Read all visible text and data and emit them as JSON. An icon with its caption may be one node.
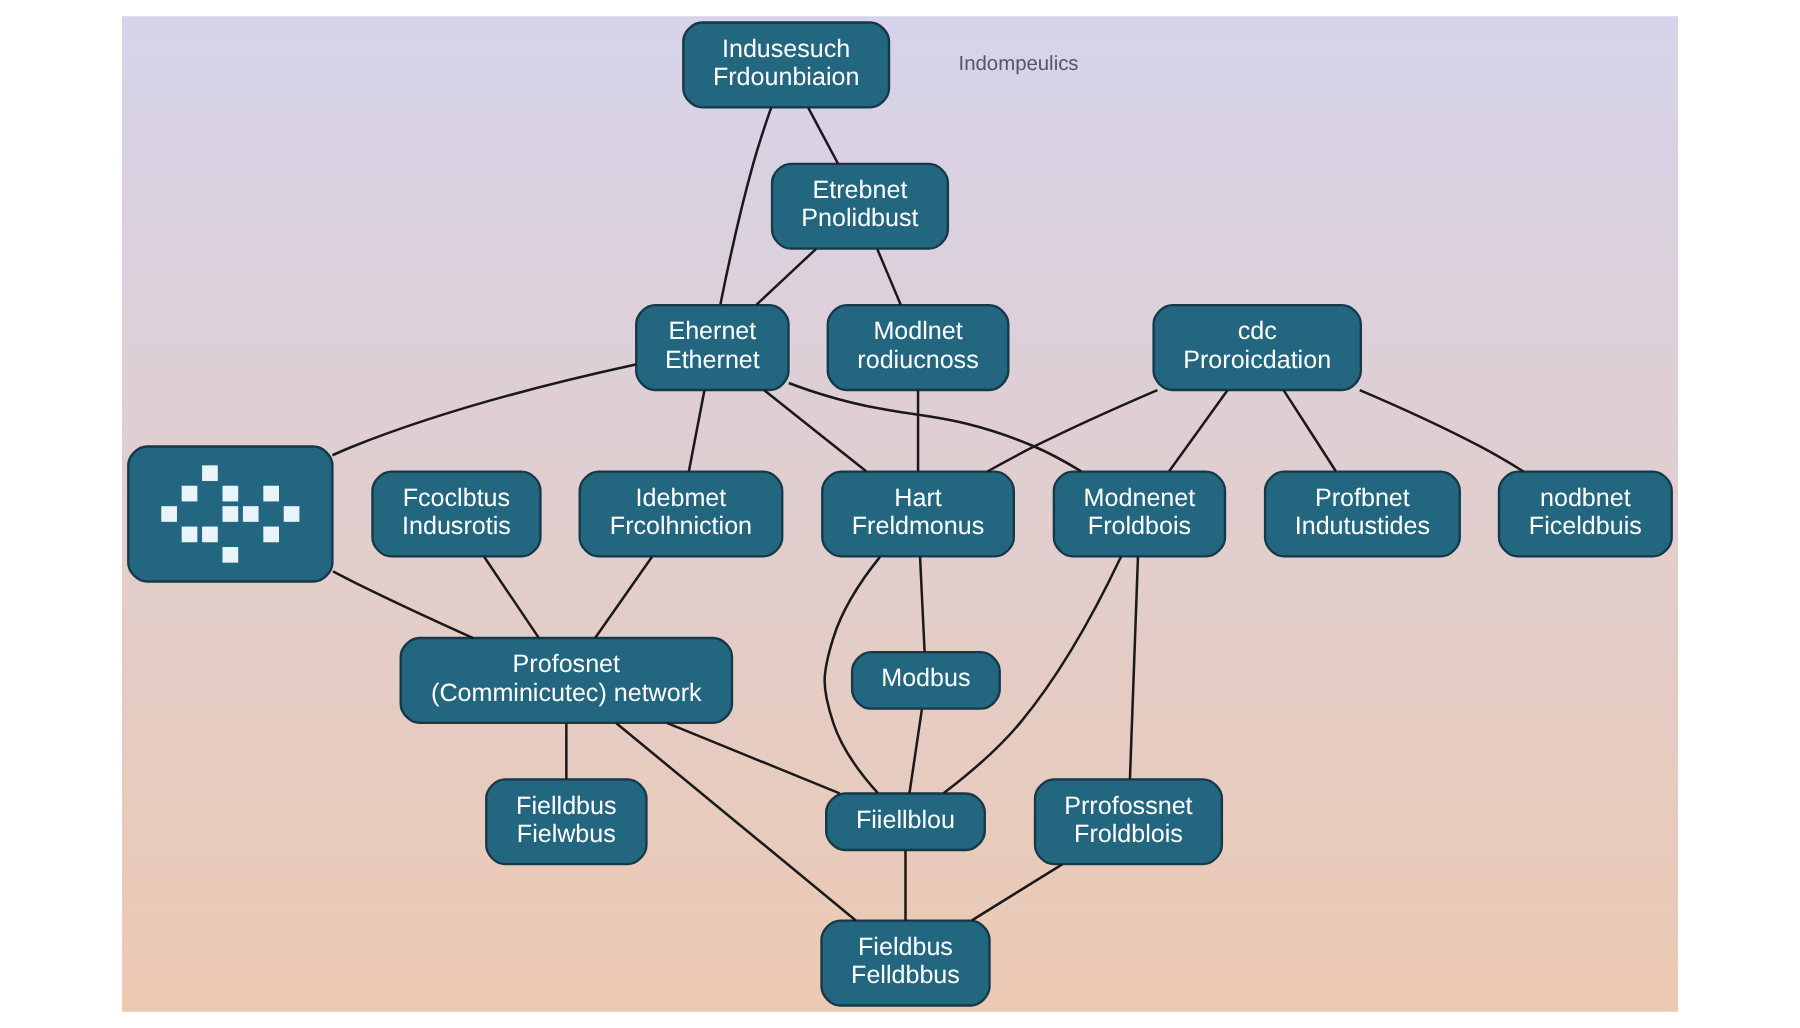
{
  "diagram": {
    "nodes": [
      {
        "text": [
          "Ehernet",
          "Ethernet"
        ]
      },
      {
        "text": [
          "Etrebnet",
          "Pnolidbust"
        ]
      },
      {
        "text": [
          "Idebmet",
          "Frcolhniction"
        ]
      },
      {
        "text": [
          "Fcoclbtus",
          "Indusrotis"
        ]
      },
      {
        "text": [],
        "shape": "picture"
      },
      {
        "text": [
          "Indusesuch",
          "Frdounbiaion"
        ]
      },
      {
        "text": [
          "Modlnet",
          "rodiucnoss"
        ]
      },
      {
        "text": [
          "Modnenet",
          "Froldbois"
        ]
      },
      {
        "text": [
          "Profosnet",
          "(Comminicutec) network"
        ]
      },
      {
        "text": [
          "cdc",
          "Proroicdation"
        ]
      },
      {
        "text": [
          "Fielldbus",
          "Fielwbus"
        ]
      },
      {
        "text": [
          "Hart",
          "Freldmonus"
        ]
      },
      {
        "text": [
          "Fiiellblou"
        ]
      },
      {
        "text": [
          "Fieldbus",
          "Felldbbus"
        ]
      },
      {
        "text": [
          "nodbnet",
          "Ficeldbuis"
        ]
      },
      {
        "text": [
          "Modbus"
        ]
      },
      {
        "text": [
          "Profbnet",
          "Indutustides"
        ]
      },
      {
        "text": [
          "Prrofossnet",
          "Froldblois"
        ]
      }
    ],
    "edges": [
      {
        "from": 5,
        "to": 1,
        "arrow": "none"
      },
      {
        "from": 5,
        "to": 0,
        "arrow": "none"
      },
      {
        "from": 1,
        "to": 0,
        "arrow": "none"
      },
      {
        "from": 1,
        "to": 6,
        "arrow": "none"
      },
      {
        "from": 0,
        "to": 4,
        "arrow": "none"
      },
      {
        "from": 0,
        "to": 2,
        "arrow": "none"
      },
      {
        "from": 0,
        "to": 11,
        "arrow": "none"
      },
      {
        "from": 0,
        "to": 7,
        "arrow": "none"
      },
      {
        "from": 4,
        "to": 8,
        "arrow": "none"
      },
      {
        "from": 2,
        "to": 8,
        "arrow": "none"
      },
      {
        "from": 3,
        "to": 8,
        "arrow": "none"
      },
      {
        "from": 8,
        "to": 10,
        "arrow": "none"
      },
      {
        "from": 8,
        "to": 12,
        "arrow": "none"
      },
      {
        "from": 8,
        "to": 13,
        "arrow": "none"
      },
      {
        "from": 9,
        "to": 11,
        "arrow": "none"
      },
      {
        "from": 9,
        "to": 7,
        "arrow": "none"
      },
      {
        "from": 9,
        "to": 14,
        "arrow": "none"
      },
      {
        "from": 9,
        "to": 16,
        "arrow": "none"
      },
      {
        "from": 6,
        "to": 11,
        "arrow": "none"
      },
      {
        "from": 11,
        "to": 15,
        "arrow": "none"
      },
      {
        "from": 11,
        "to": 12,
        "arrow": "none"
      },
      {
        "from": 7,
        "to": 12,
        "arrow": "none"
      },
      {
        "from": 7,
        "to": 17,
        "arrow": "none"
      },
      {
        "from": 15,
        "to": 12,
        "arrow": "none"
      },
      {
        "from": 12,
        "to": 13,
        "arrow": "none"
      },
      {
        "from": 17,
        "to": 13,
        "arrow": "none"
      }
    ],
    "labels": [
      "Indompeulics"
    ]
  }
}
